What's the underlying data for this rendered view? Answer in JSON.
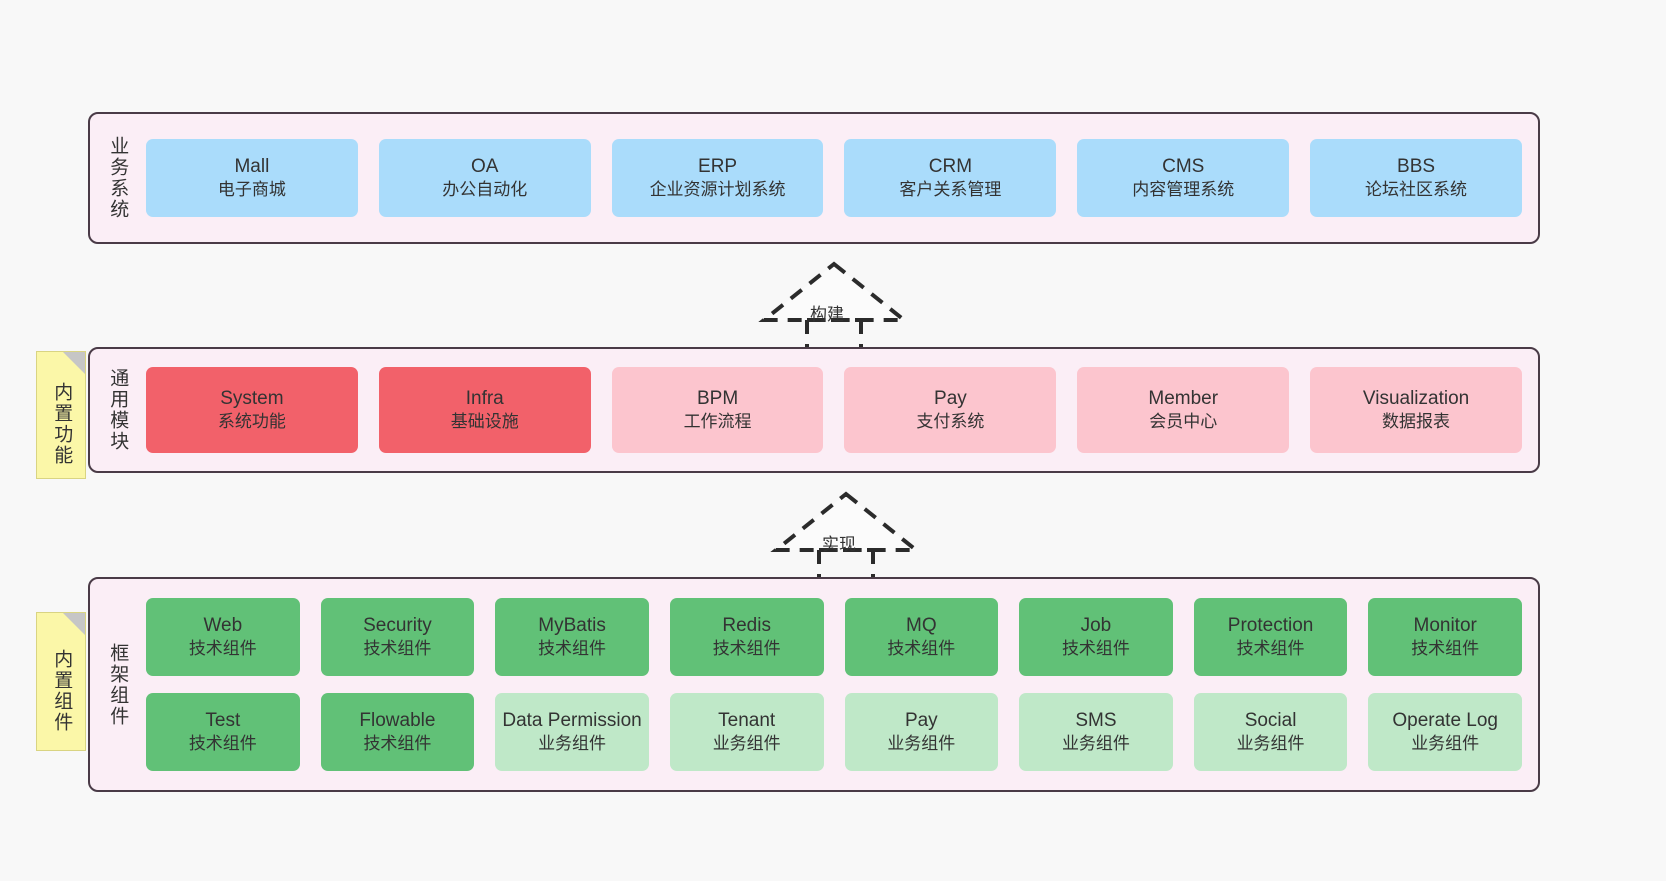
{
  "canvas": {
    "background": "#f8f8f8",
    "layer_fill": "#fbeef6",
    "layer_border": "#4a3b47",
    "note_fill": "#fbf7a8",
    "biz_color": "#aadcfb",
    "module_strong_color": "#f2616a",
    "module_soft_color": "#fcc5ce",
    "tech_color": "#61c177",
    "biz_component_color": "#bfe8c8"
  },
  "layers": {
    "business": {
      "title": "业务系统",
      "cards": [
        {
          "en": "Mall",
          "cn": "电子商城"
        },
        {
          "en": "OA",
          "cn": "办公自动化"
        },
        {
          "en": "ERP",
          "cn": "企业资源计划系统"
        },
        {
          "en": "CRM",
          "cn": "客户关系管理"
        },
        {
          "en": "CMS",
          "cn": "内容管理系统"
        },
        {
          "en": "BBS",
          "cn": "论坛社区系统"
        }
      ]
    },
    "modules": {
      "title": "通用模块",
      "note": "内置功能",
      "cards": [
        {
          "en": "System",
          "cn": "系统功能",
          "strong": true
        },
        {
          "en": "Infra",
          "cn": "基础设施",
          "strong": true
        },
        {
          "en": "BPM",
          "cn": "工作流程",
          "strong": false
        },
        {
          "en": "Pay",
          "cn": "支付系统",
          "strong": false
        },
        {
          "en": "Member",
          "cn": "会员中心",
          "strong": false
        },
        {
          "en": "Visualization",
          "cn": "数据报表",
          "strong": false
        }
      ]
    },
    "framework": {
      "title": "框架组件",
      "note": "内置组件",
      "row1": [
        {
          "en": "Web",
          "cn": "技术组件"
        },
        {
          "en": "Security",
          "cn": "技术组件"
        },
        {
          "en": "MyBatis",
          "cn": "技术组件"
        },
        {
          "en": "Redis",
          "cn": "技术组件"
        },
        {
          "en": "MQ",
          "cn": "技术组件"
        },
        {
          "en": "Job",
          "cn": "技术组件"
        },
        {
          "en": "Protection",
          "cn": "技术组件"
        },
        {
          "en": "Monitor",
          "cn": "技术组件"
        }
      ],
      "row2": [
        {
          "en": "Test",
          "cn": "技术组件",
          "tech": true,
          "wrap": false
        },
        {
          "en": "Flowable",
          "cn": "技术组件",
          "tech": true,
          "wrap": false
        },
        {
          "en": "Data Permission",
          "cn": "业务组件",
          "tech": false,
          "wrap": true
        },
        {
          "en": "Tenant",
          "cn": "业务组件",
          "tech": false,
          "wrap": false
        },
        {
          "en": "Pay",
          "cn": "业务组件",
          "tech": false,
          "wrap": false
        },
        {
          "en": "SMS",
          "cn": "业务组件",
          "tech": false,
          "wrap": false
        },
        {
          "en": "Social",
          "cn": "业务组件",
          "tech": false,
          "wrap": false
        },
        {
          "en": "Operate Log",
          "cn": "业务组件",
          "tech": false,
          "wrap": false
        }
      ]
    }
  },
  "connectors": [
    {
      "label": "构建",
      "name": "connector-build"
    },
    {
      "label": "实现",
      "name": "connector-implement"
    }
  ]
}
